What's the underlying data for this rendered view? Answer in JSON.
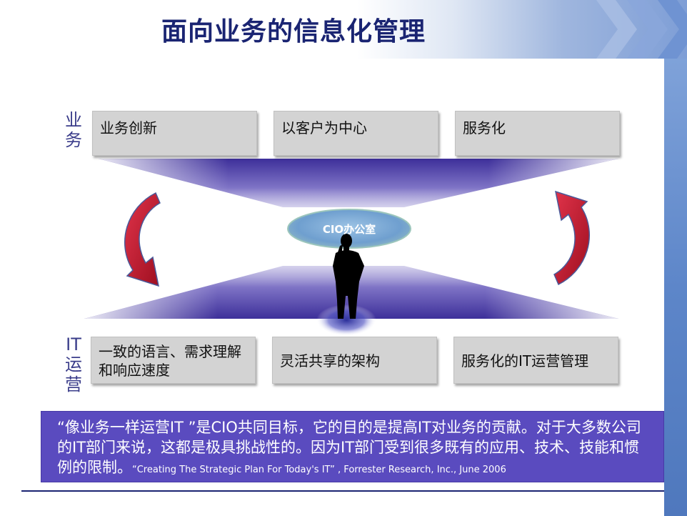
{
  "title": "面向业务的信息化管理",
  "business_label": "业\n务",
  "it_label": "IT\n运\n营",
  "business_boxes": [
    "业务创新",
    "以客户为中心",
    "服务化"
  ],
  "it_boxes": [
    "一致的语言、需求理解和响应速度",
    "灵活共享的架构",
    "服务化的IT运营管理"
  ],
  "center_label": "CIO办公室",
  "quote": "“像业务一样运营IT ”是CIO共同目标，它的目的是提高IT对业务的贡献。对于大多数公司的IT部门来说，这都是极具挑战性的。因为IT部门受到很多既有的应用、技术、技能和惯例的限制。",
  "citation": "“Creating The Strategic Plan For Today's IT” , Forrester Research, Inc., June 2006",
  "colors": {
    "title": "#1a2472",
    "quote_bg": "#5a4bbf",
    "box_bg": "#d3d3d3",
    "arrow": "#c0152a",
    "arrow_outline": "#4a5a9a",
    "funnel": "#3d2f9a"
  }
}
